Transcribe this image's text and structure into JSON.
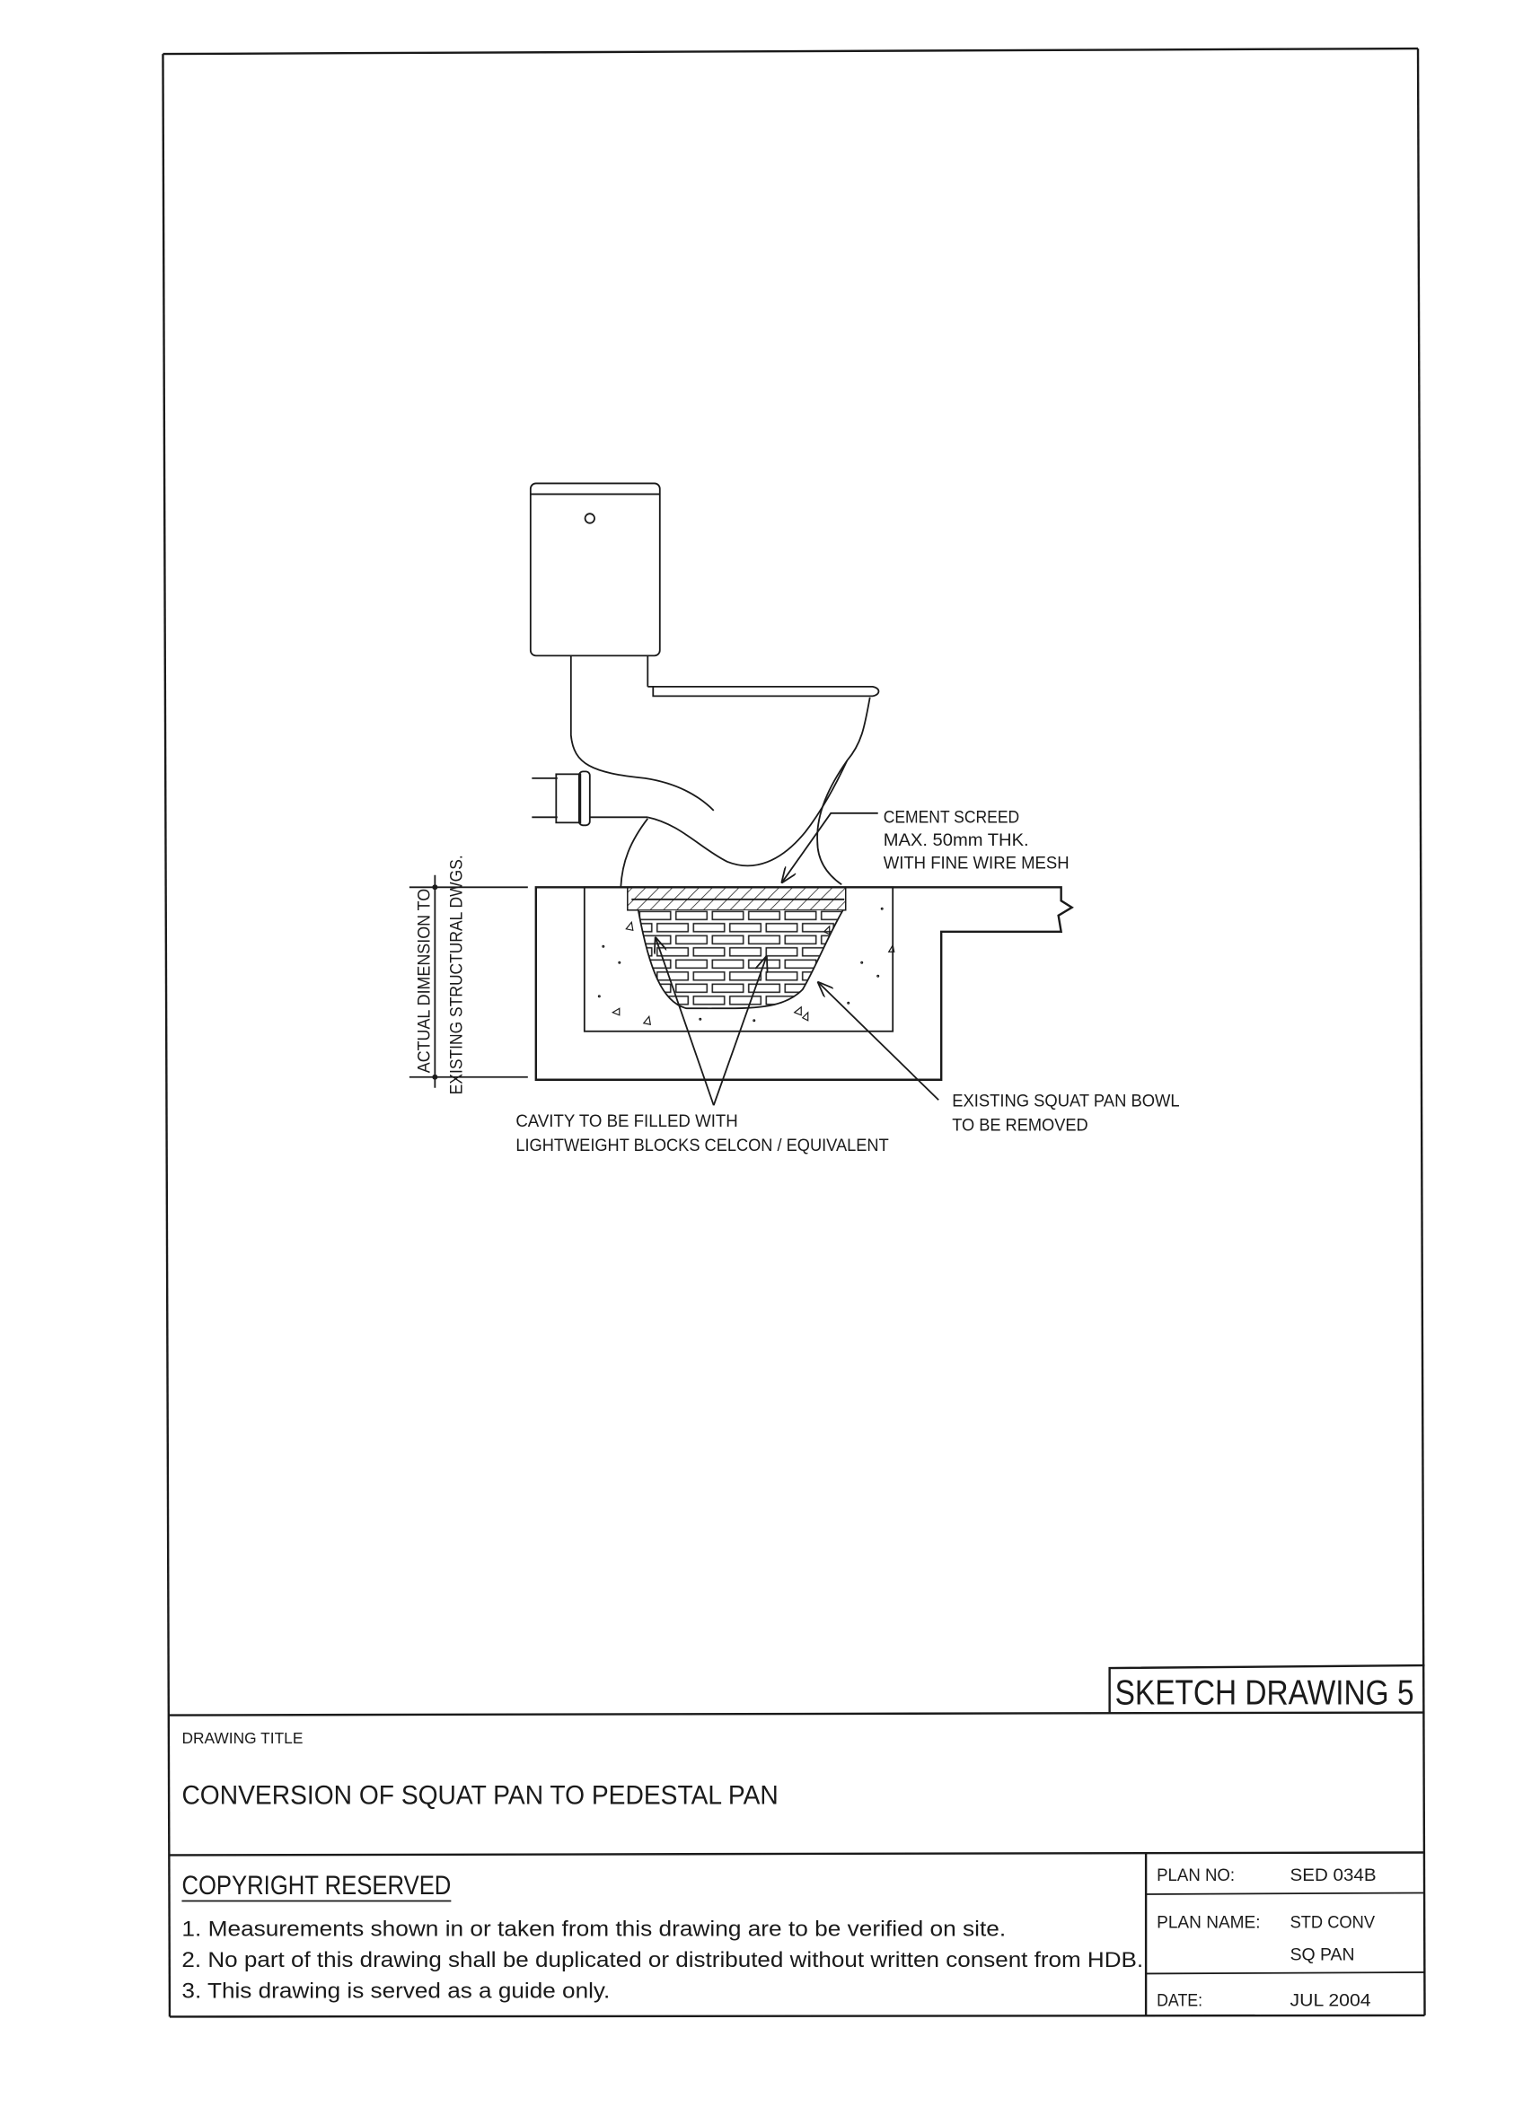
{
  "drawing": {
    "labels": {
      "cement_screed": [
        "CEMENT SCREED",
        "MAX. 50mm THK.",
        "WITH FINE WIRE MESH"
      ],
      "existing_pan": [
        "EXISTING SQUAT PAN BOWL",
        "TO BE REMOVED"
      ],
      "cavity": [
        "CAVITY TO BE FILLED WITH",
        "LIGHTWEIGHT BLOCKS CELCON / EQUIVALENT"
      ],
      "dimension": [
        "ACTUAL DIMENSION TO",
        "EXISTING STRUCTURAL DWGS."
      ]
    }
  },
  "title_block": {
    "sketch_label": "SKETCH DRAWING 5",
    "drawing_title_label": "DRAWING TITLE",
    "drawing_title": "CONVERSION OF SQUAT PAN TO PEDESTAL PAN",
    "copyright": "COPYRIGHT RESERVED",
    "notes": [
      "1. Measurements shown in or taken from this drawing are to be verified on site.",
      "2. No part of this drawing shall be duplicated or distributed without written consent from HDB.",
      "3. This drawing is served as a guide only."
    ],
    "plan_no_label": "PLAN NO:",
    "plan_no": "SED 034B",
    "plan_name_label": "PLAN NAME:",
    "plan_name": [
      "STD CONV",
      "SQ PAN"
    ],
    "date_label": "DATE:",
    "date": "JUL 2004"
  }
}
